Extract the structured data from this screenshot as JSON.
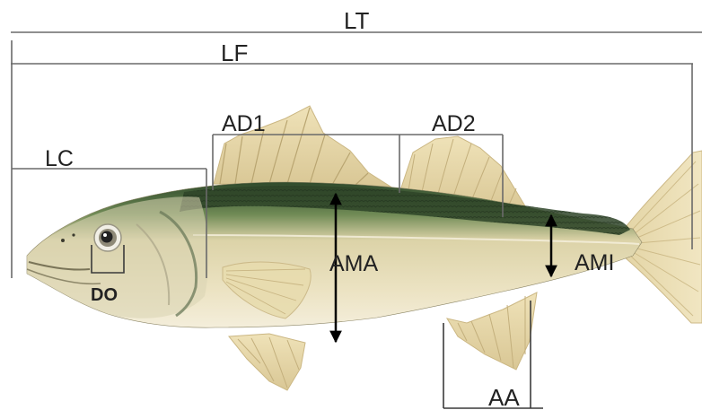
{
  "labels": {
    "lt": "LT",
    "lf": "LF",
    "lc": "LC",
    "ad1": "AD1",
    "ad2": "AD2",
    "ama": "AMA",
    "ami": "AMI",
    "do": "DO",
    "aa": "AA"
  },
  "colors": {
    "body": "#e9ddb6",
    "belly": "#f3ecd5",
    "back": "#3d5a35",
    "back_dark": "#24361f",
    "fin": "#e6d6a6",
    "fin_ray": "#c9b684",
    "measure_line": "#6a6a6a",
    "arrow": "#000000",
    "label": "#222222"
  }
}
